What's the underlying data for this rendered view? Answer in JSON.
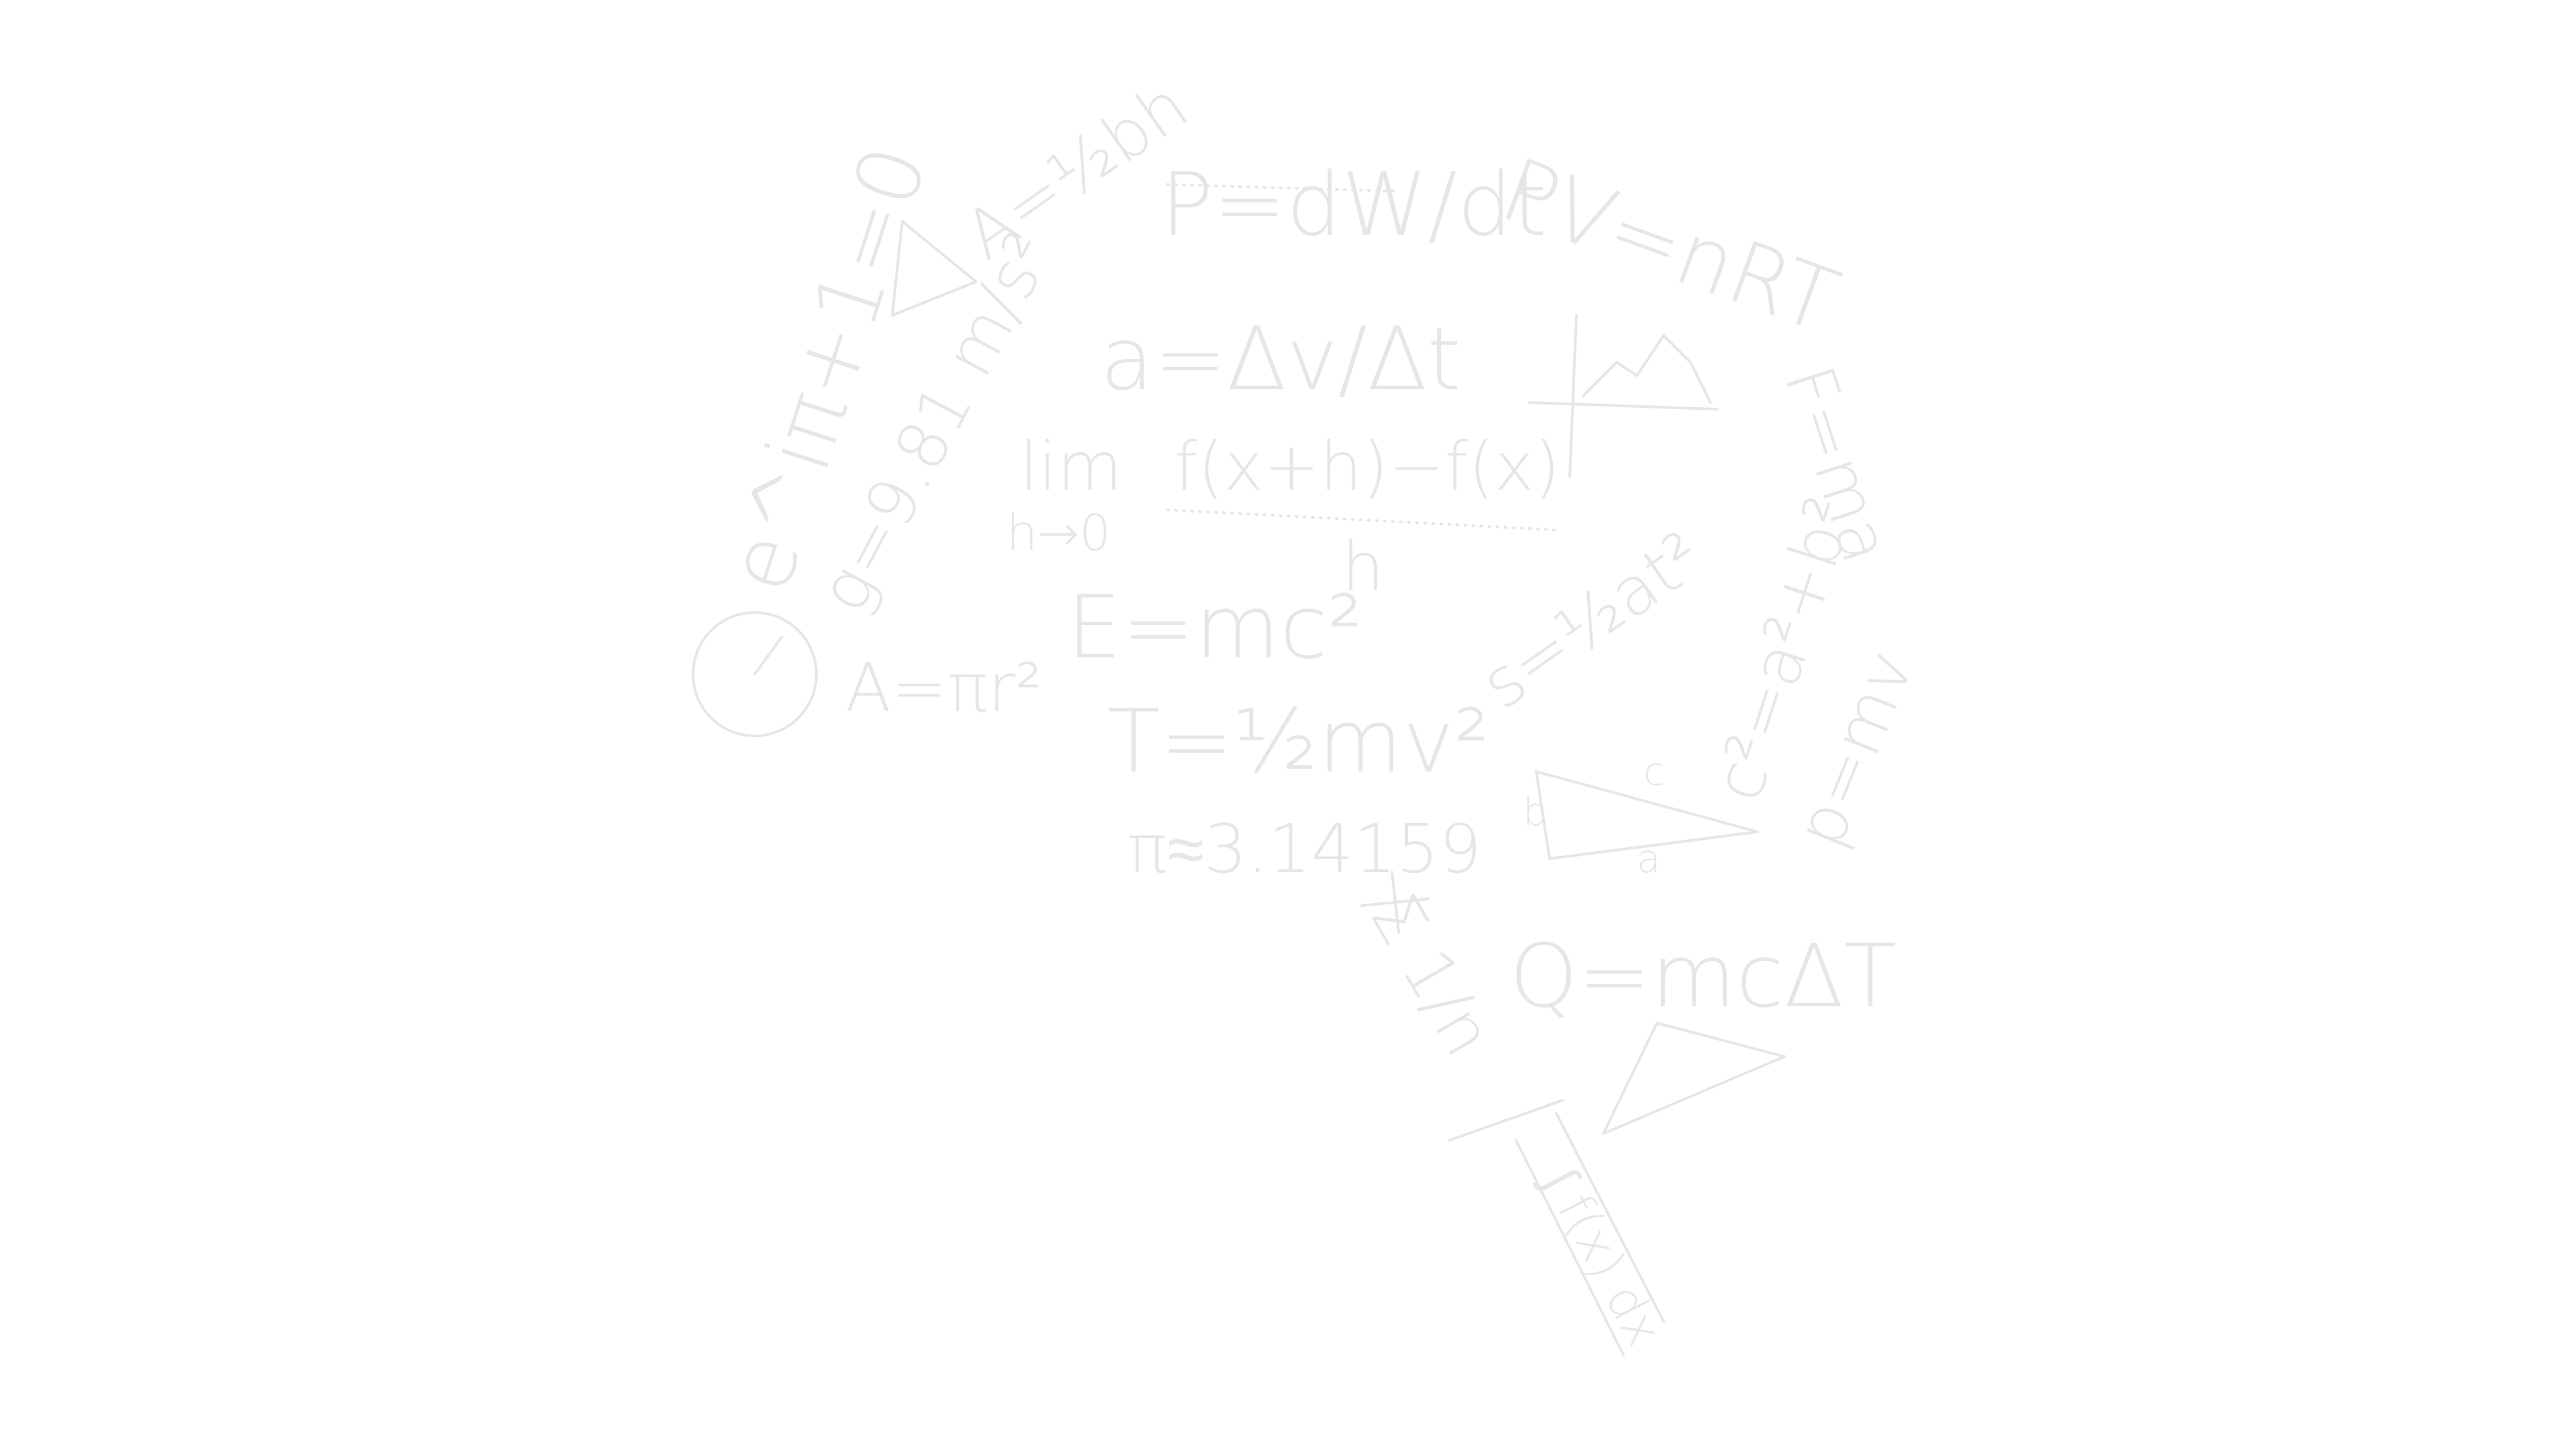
{
  "palette": {
    "background": "#ffffff",
    "ink": "#e6e6e6"
  },
  "formulas": {
    "euler_identity": "e^iπ+1=0",
    "triangle_area": "A=½bh",
    "power": "P=dW/dt",
    "ideal_gas": "PV=nRT",
    "gravity": "g=9.81 m/s²",
    "acceleration": "a=Δv/Δt",
    "limit_prefix": "lim",
    "limit_sub": "h→0",
    "limit_numerator": "f(x+h)−f(x)",
    "limit_denominator": "h",
    "mass_energy": "E=mc²",
    "circle_area": "A=πr²",
    "kinetic_energy": "T=½mv²",
    "pi_value": "π≈3.14159",
    "displacement": "s=½at²",
    "force": "F=ma",
    "momentum": "p=mv",
    "pythagoras": "c²=a²+b²",
    "heat": "Q=mcΔT",
    "series_sum": "Σ 1/n",
    "integral": "∫ f(x) dx",
    "triangle_labels": [
      "a",
      "b",
      "c"
    ]
  }
}
